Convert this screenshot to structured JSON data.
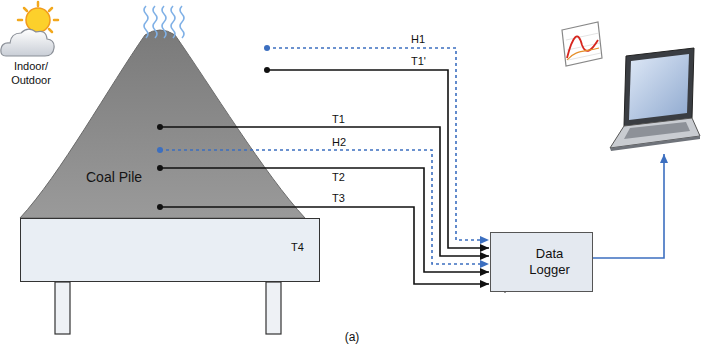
{
  "diagram": {
    "caption": "(a)",
    "nodes": [
      {
        "text": [
          "Coal Pile"
        ]
      },
      {
        "text": [
          "T4"
        ]
      },
      {
        "text": [
          "Data Logger"
        ]
      }
    ],
    "edges": [
      {
        "from": 0,
        "to": 2,
        "arrow": "to",
        "label": "T1"
      },
      {
        "from": 0,
        "to": 2,
        "arrow": "to",
        "label": "H2"
      },
      {
        "from": 0,
        "to": 2,
        "arrow": "to",
        "label": "T2"
      },
      {
        "from": 0,
        "to": 2,
        "arrow": "to",
        "label": "T3"
      }
    ],
    "labels": [
      "Indoor/ Outdoor",
      "H1",
      "T1'"
    ]
  }
}
